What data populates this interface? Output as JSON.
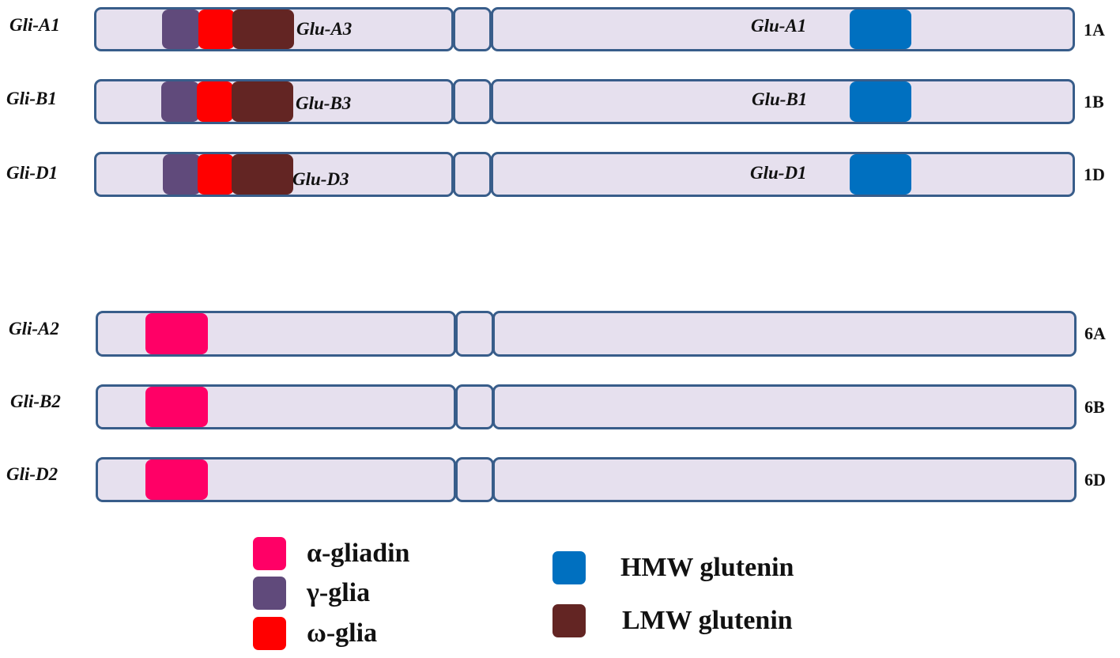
{
  "colors": {
    "alpha_gliadin": "#ff0066",
    "gamma_gliadin": "#604a7b",
    "omega_gliadin": "#ff0000",
    "hmw_glutenin": "#0070c0",
    "lmw_glutenin": "#632523",
    "chromosome_fill": "#e6e0ee",
    "chromosome_border": "#385d8a"
  },
  "group1": [
    {
      "locus_left": "Gli-A1",
      "glu3_label": "Glu-A3",
      "glu1_label": "Glu-A1",
      "chromosome": "1A"
    },
    {
      "locus_left": "Gli-B1",
      "glu3_label": "Glu-B3",
      "glu1_label": "Glu-B1",
      "chromosome": "1B"
    },
    {
      "locus_left": "Gli-D1",
      "glu3_label": "Glu-D3",
      "glu1_label": "Glu-D1",
      "chromosome": "1D"
    }
  ],
  "group6": [
    {
      "locus_left": "Gli-A2",
      "chromosome": "6A"
    },
    {
      "locus_left": "Gli-B2",
      "chromosome": "6B"
    },
    {
      "locus_left": "Gli-D2",
      "chromosome": "6D"
    }
  ],
  "legend": {
    "left": [
      {
        "label": "α-gliadin",
        "color_key": "alpha_gliadin"
      },
      {
        "label": "γ-glia",
        "color_key": "gamma_gliadin"
      },
      {
        "label": "ω-glia",
        "color_key": "omega_gliadin"
      }
    ],
    "right": [
      {
        "label": "HMW glutenin",
        "color_key": "hmw_glutenin"
      },
      {
        "label": "LMW glutenin",
        "color_key": "lmw_glutenin"
      }
    ]
  }
}
